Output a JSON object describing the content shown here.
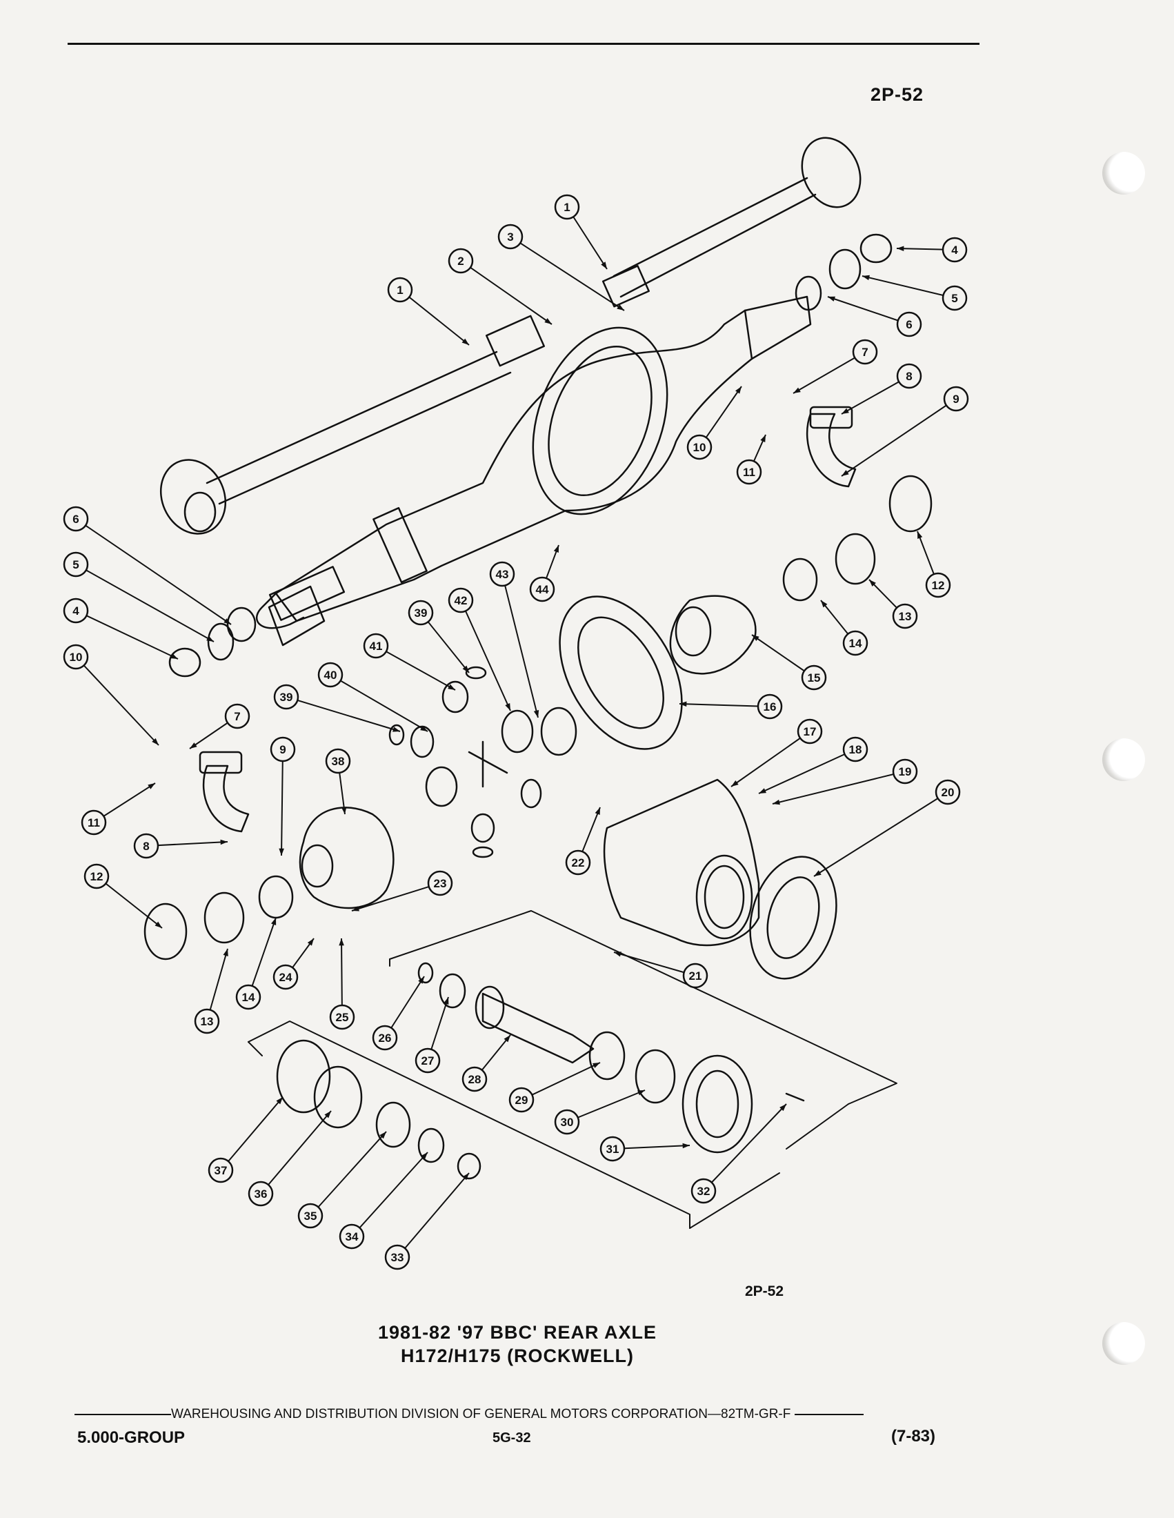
{
  "header": {
    "page_number": "2P-52"
  },
  "figure": {
    "reference": "2P-52",
    "caption_line1": "1981-82 '97 BBC' REAR AXLE",
    "caption_line2": "H172/H175 (ROCKWELL)"
  },
  "footer": {
    "publisher_line": "WAREHOUSING AND DISTRIBUTION  DIVISION OF GENERAL MOTORS CORPORATION—82TM-GR-F",
    "group": "5.000-GROUP",
    "page": "5G-32",
    "date": "(7-83)"
  },
  "callouts": [
    "1",
    "2",
    "3",
    "1",
    "4",
    "5",
    "6",
    "7",
    "8",
    "9",
    "10",
    "11",
    "6",
    "5",
    "4",
    "10",
    "7",
    "11",
    "8",
    "9",
    "12",
    "13",
    "14",
    "15",
    "16",
    "17",
    "18",
    "19",
    "20",
    "38",
    "39",
    "40",
    "41",
    "42",
    "43",
    "44",
    "39",
    "22",
    "21",
    "23",
    "24",
    "25",
    "12",
    "13",
    "14",
    "26",
    "27",
    "28",
    "29",
    "30",
    "31",
    "32",
    "33",
    "34",
    "35",
    "36",
    "37"
  ],
  "colors": {
    "ink": "#111111",
    "paper": "#f4f3f0"
  }
}
